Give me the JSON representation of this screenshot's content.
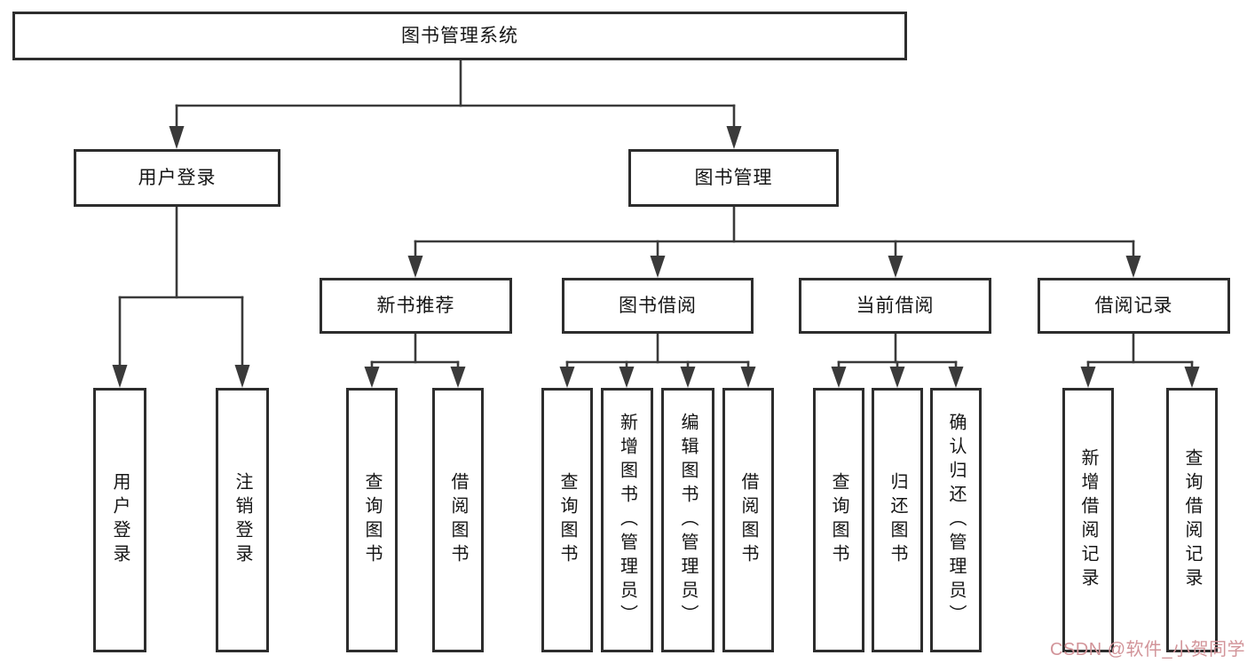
{
  "tree": {
    "root": {
      "label": "图书管理系统"
    },
    "user_login": {
      "label": "用户登录",
      "children": [
        {
          "label": "用户登录"
        },
        {
          "label": "注销登录"
        }
      ]
    },
    "book_management": {
      "label": "图书管理",
      "children": {
        "new_book_recommendation": {
          "label": "新书推荐",
          "children": [
            {
              "label": "查询图书"
            },
            {
              "label": "借阅图书"
            }
          ]
        },
        "book_borrowing": {
          "label": "图书借阅",
          "children": [
            {
              "label": "查询图书"
            },
            {
              "label": "新增图书（管理员）"
            },
            {
              "label": "编辑图书（管理员）"
            },
            {
              "label": "借阅图书"
            }
          ]
        },
        "current_borrowing": {
          "label": "当前借阅",
          "children": [
            {
              "label": "查询图书"
            },
            {
              "label": "归还图书"
            },
            {
              "label": "确认归还（管理员）"
            }
          ]
        },
        "borrowing_records": {
          "label": "借阅记录",
          "children": [
            {
              "label": "新增借阅记录"
            },
            {
              "label": "查询借阅记录"
            }
          ]
        }
      }
    }
  },
  "watermark": "CSDN @软件_小贺同学",
  "colors": {
    "line": "#3a3a3a",
    "box_border": "#2d2d2d",
    "box_fill": "#ffffff",
    "text": "#151515",
    "watermark": "#d29499"
  }
}
